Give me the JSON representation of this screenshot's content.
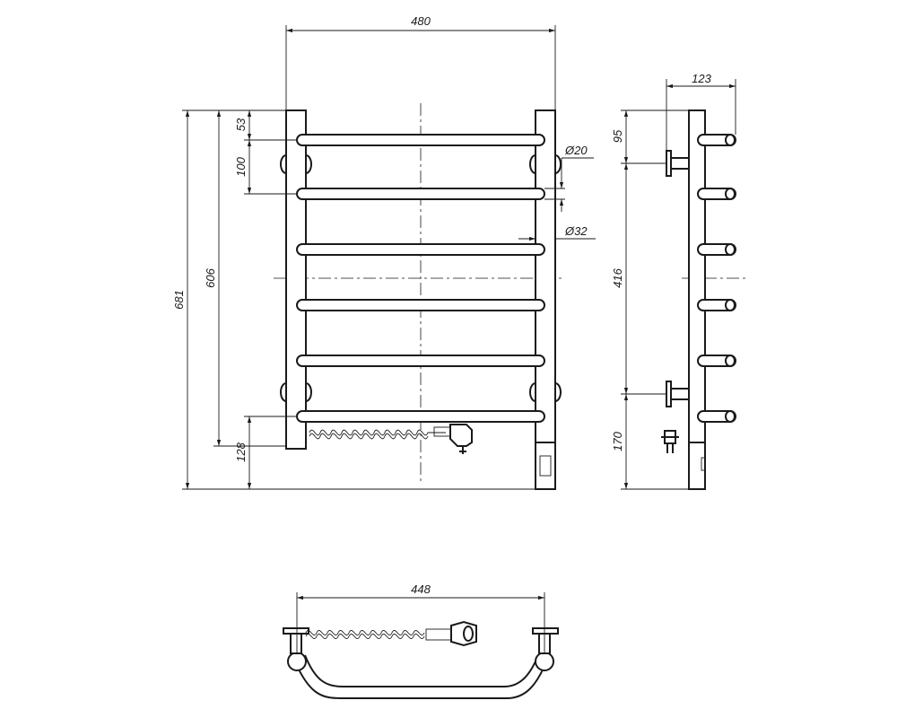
{
  "drawing": {
    "front_view": {
      "overall_width": "480",
      "overall_height": "681",
      "rail_span": "606",
      "top_offset": "53",
      "rail_pitch": "100",
      "bottom_offset": "128",
      "rail_diameter": "Ø20",
      "post_diameter": "Ø32"
    },
    "side_view": {
      "depth": "123",
      "top_mount": "95",
      "mount_span": "416",
      "bottom_mount": "170"
    },
    "top_view": {
      "inner_width": "448"
    }
  }
}
